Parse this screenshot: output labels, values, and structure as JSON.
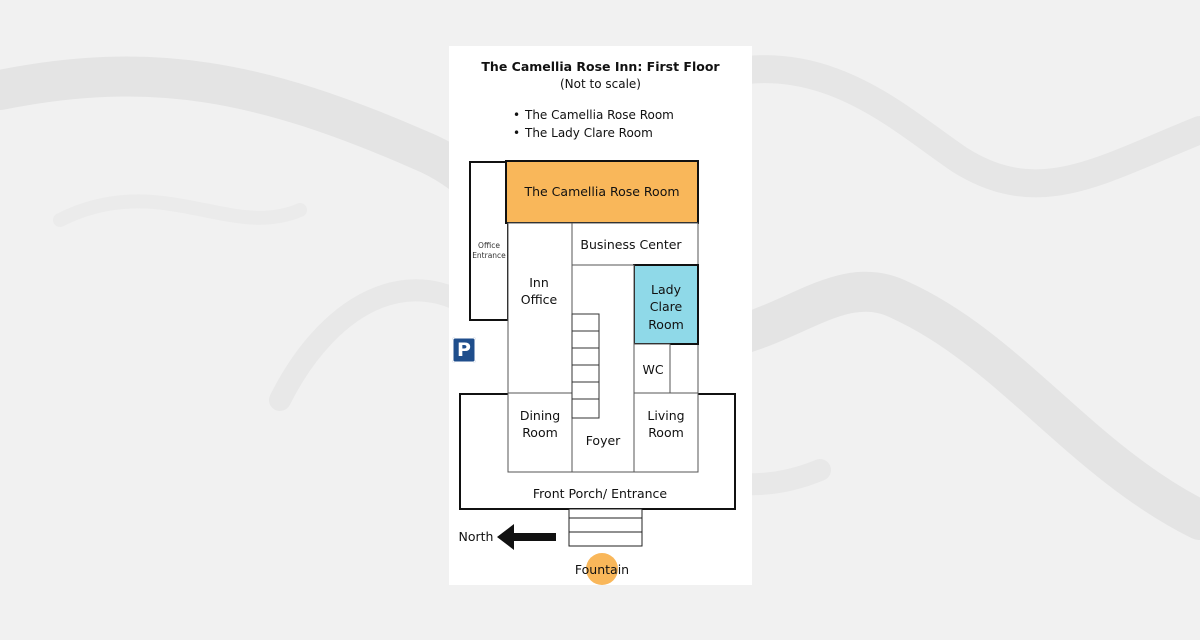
{
  "floorplan": {
    "title": "The Camellia Rose Inn: First Floor",
    "subtitle": "(Not to scale)",
    "legend": [
      "The Camellia Rose Room",
      "The Lady Clare Room"
    ],
    "rooms": {
      "camellia_rose": "The Camellia Rose Room",
      "office_entrance": "Office Entrance",
      "inn_office": "Inn Office",
      "business_center": "Business Center",
      "lady_clare": "Lady Clare Room",
      "wc": "WC",
      "dining_room": "Dining Room",
      "living_room": "Living Room",
      "foyer": "Foyer",
      "front_porch": "Front Porch/ Entrance",
      "fountain": "Fountain"
    },
    "compass": "North",
    "parking": "P",
    "colors": {
      "camellia_rose": "#f9b75a",
      "lady_clare": "#8fd9e8",
      "fountain": "#f9b75a",
      "parking": "#1f4e8c",
      "background": "#f1f1f1"
    }
  }
}
